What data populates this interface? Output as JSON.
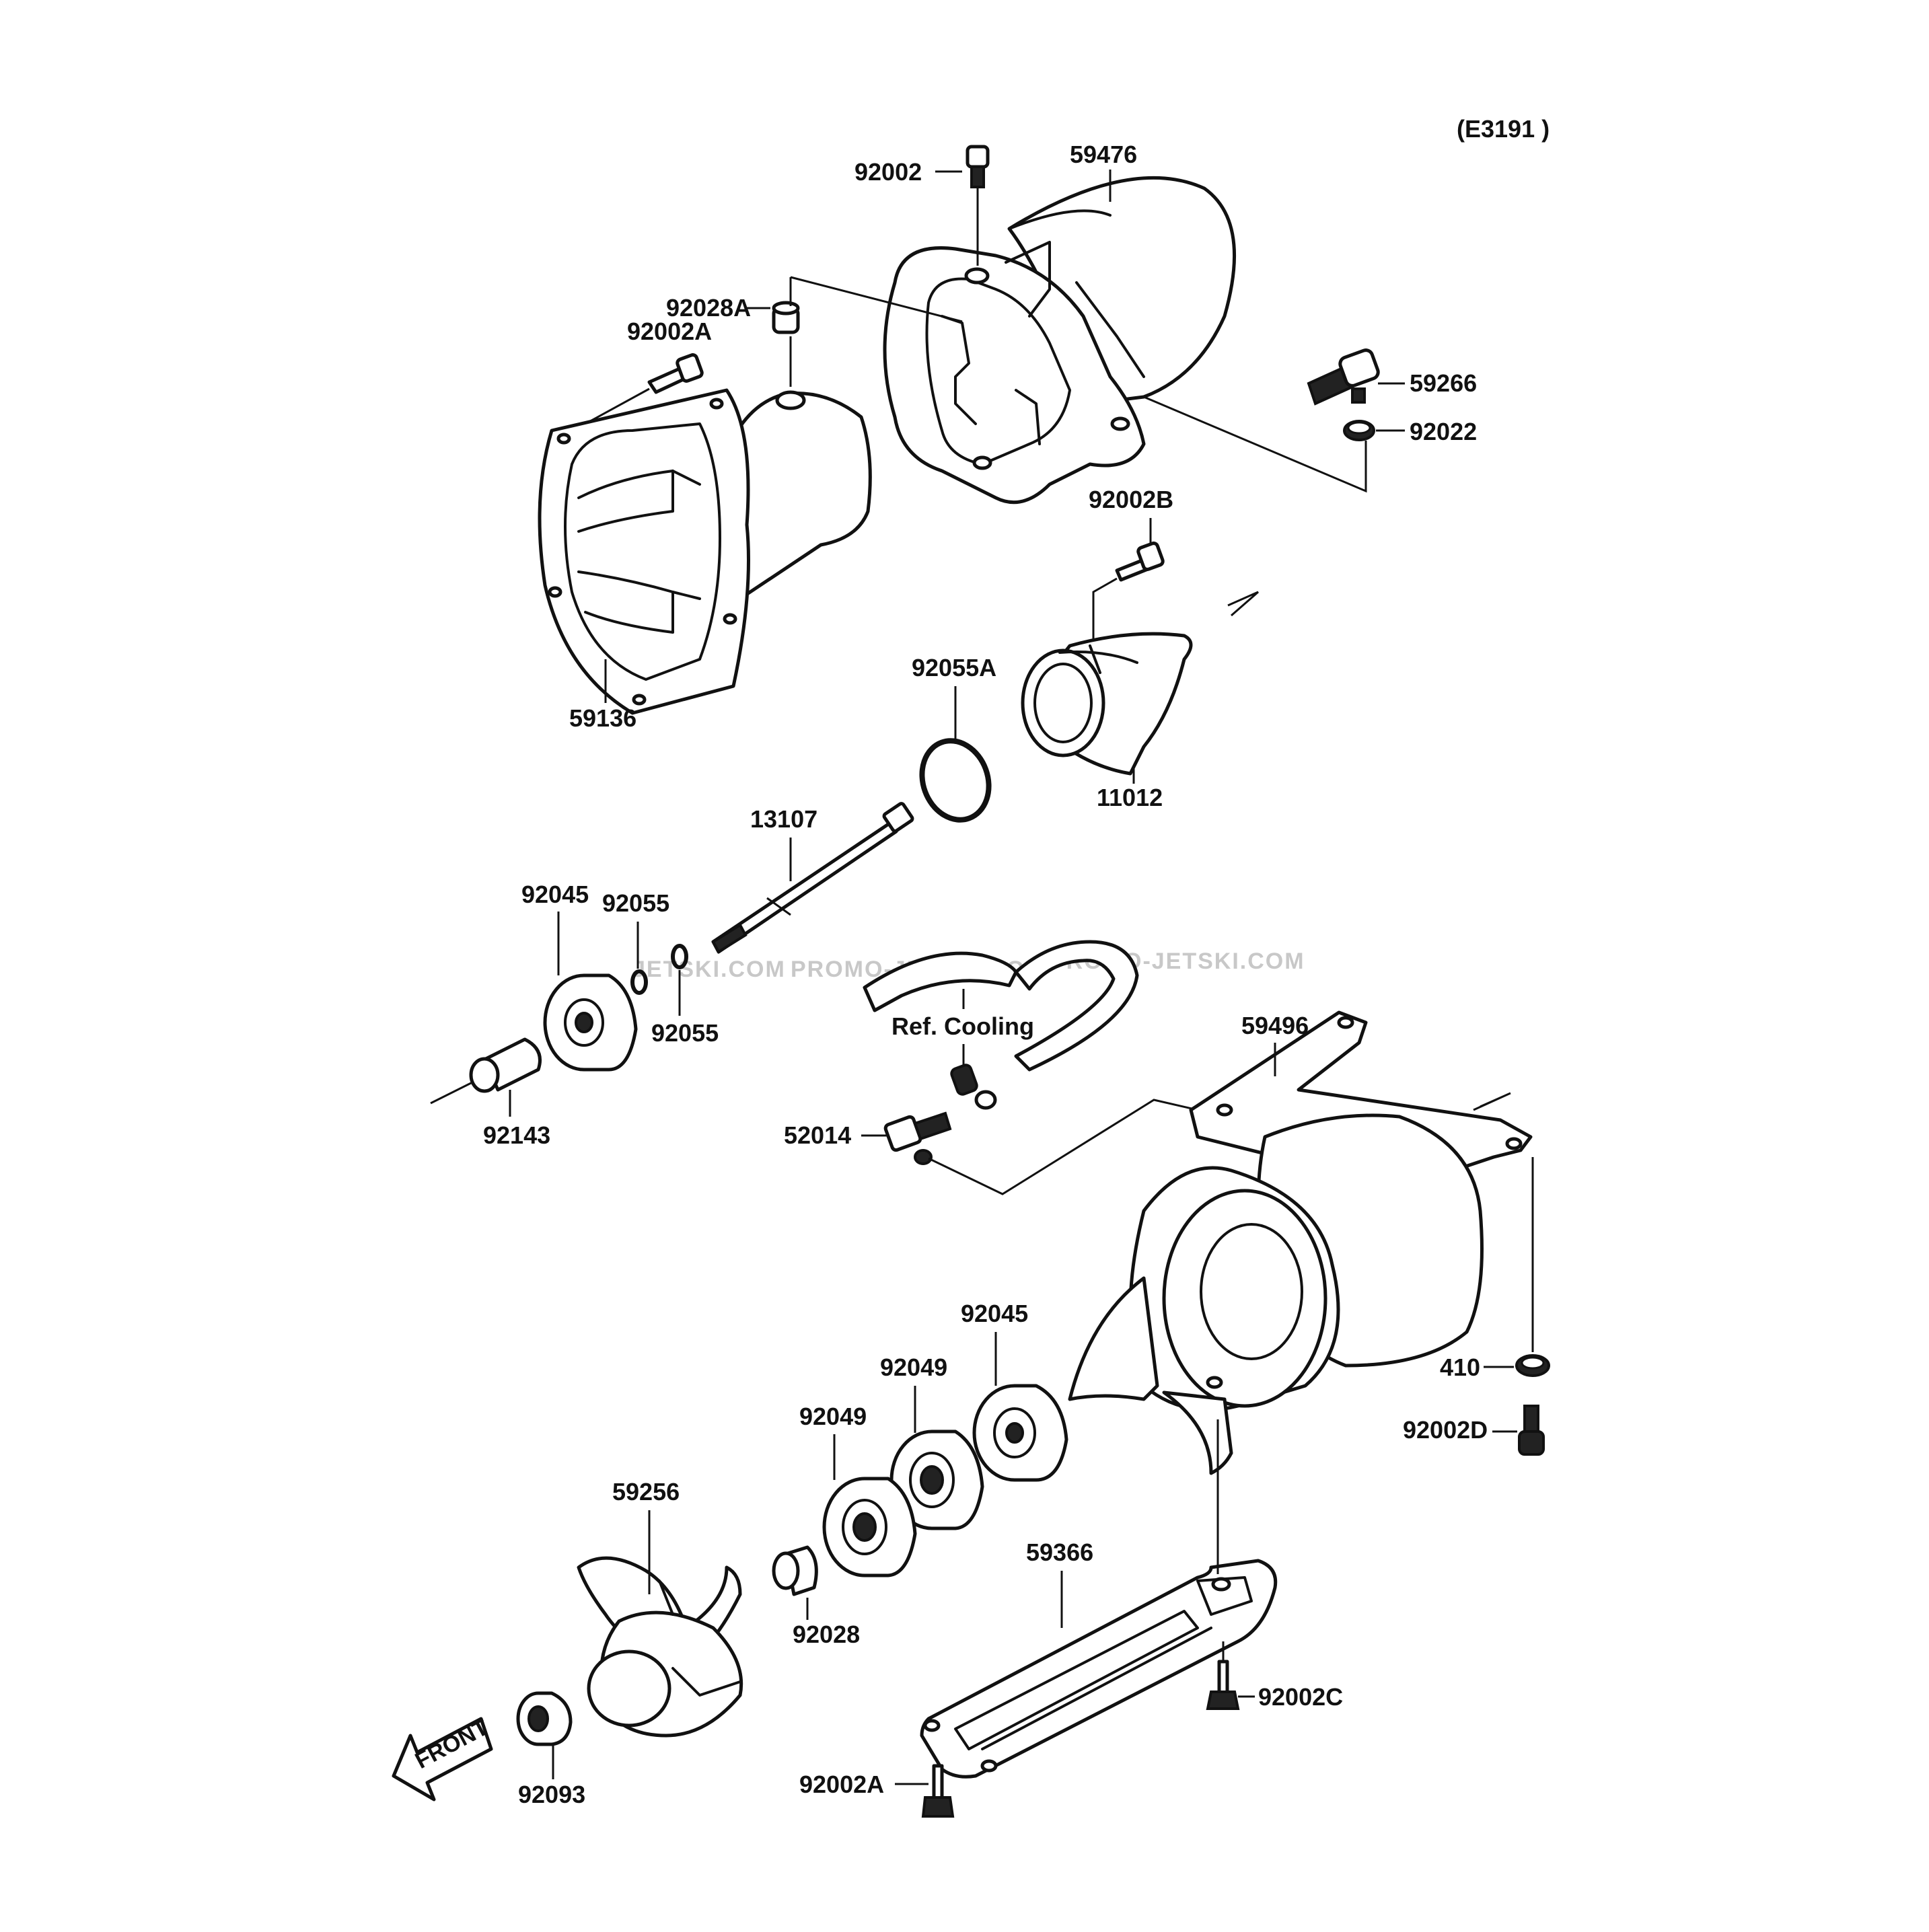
{
  "diagram_code": "(E3191 )",
  "parts": {
    "p92002": "92002",
    "p59476": "59476",
    "p92028A": "92028A",
    "p92002A_top": "92002A",
    "p59266": "59266",
    "p92022": "92022",
    "p92002B": "92002B",
    "p59136": "59136",
    "p92055A": "92055A",
    "p11012": "11012",
    "p13107": "13107",
    "p92045_top": "92045",
    "p92055_a": "92055",
    "p92055_b": "92055",
    "p92143": "92143",
    "p59496": "59496",
    "p52014": "52014",
    "p92045_bot": "92045",
    "p92049_a": "92049",
    "p92049_b": "92049",
    "p410": "410",
    "p92002D": "92002D",
    "p59256": "59256",
    "p59366": "59366",
    "p92028": "92028",
    "p92002C": "92002C",
    "p92093": "92093",
    "p92002A_bot": "92002A"
  },
  "ref_cooling": "Ref. Cooling",
  "front_arrow": "FRONT",
  "watermarks": [
    "JETSKI.COM",
    "PROMO-JETSKI.COM",
    "PROMO-JETSKI.COM"
  ],
  "icons": {
    "front_arrow": "arrow-left-icon"
  }
}
